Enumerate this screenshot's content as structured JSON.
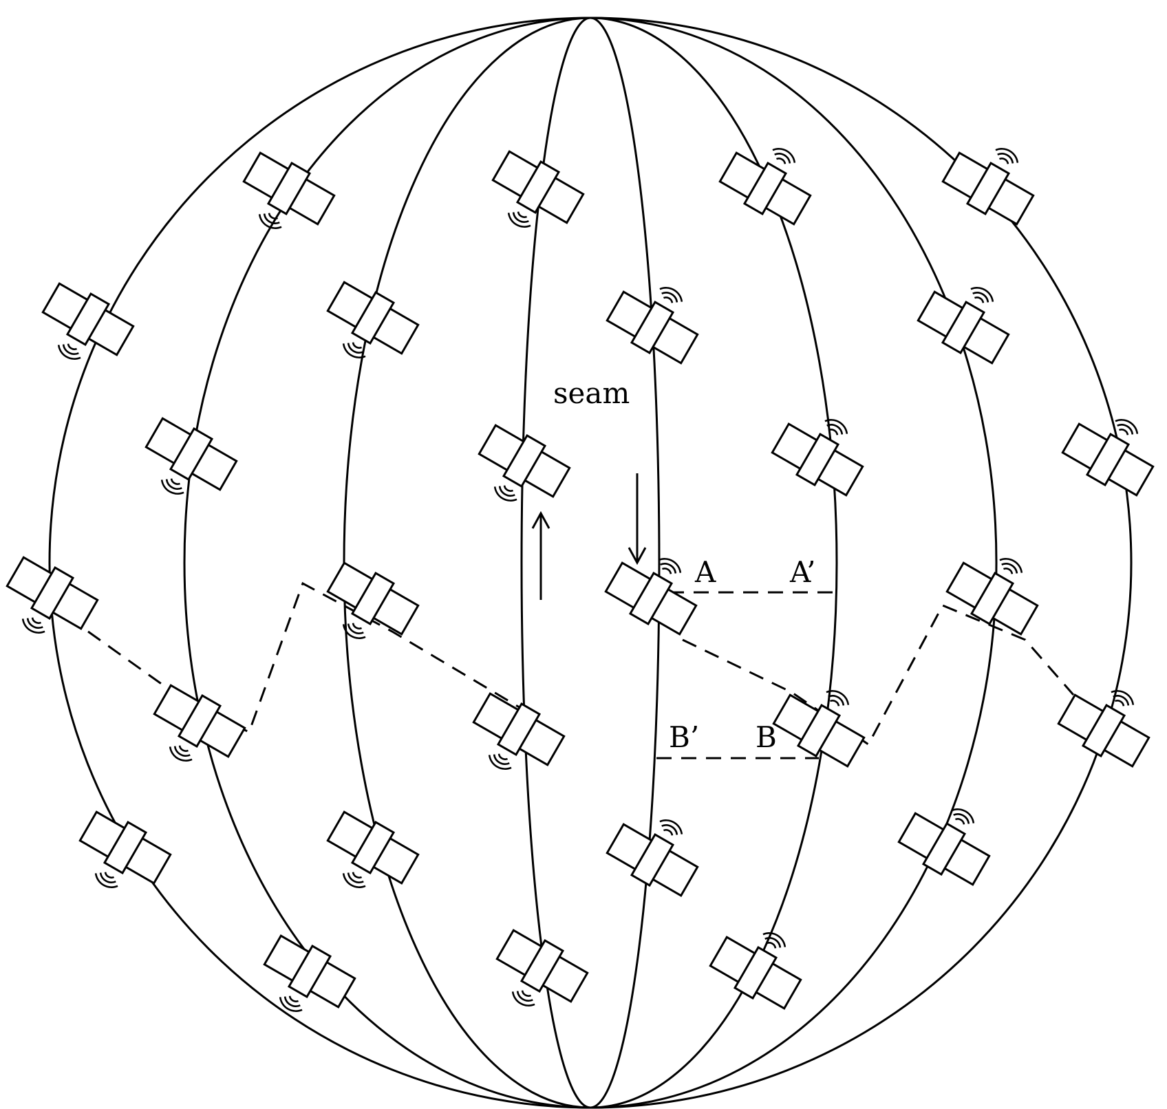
{
  "labels": {
    "seam": "seam",
    "a": "A",
    "a_prime": "A’",
    "b": "B",
    "b_prime": "B’"
  },
  "colors": {
    "stroke": "#000000",
    "background": "#ffffff"
  },
  "icons": {
    "satellite": "satellite-icon",
    "signal": "signal-waves-icon",
    "arrow": "arrow-icon"
  }
}
